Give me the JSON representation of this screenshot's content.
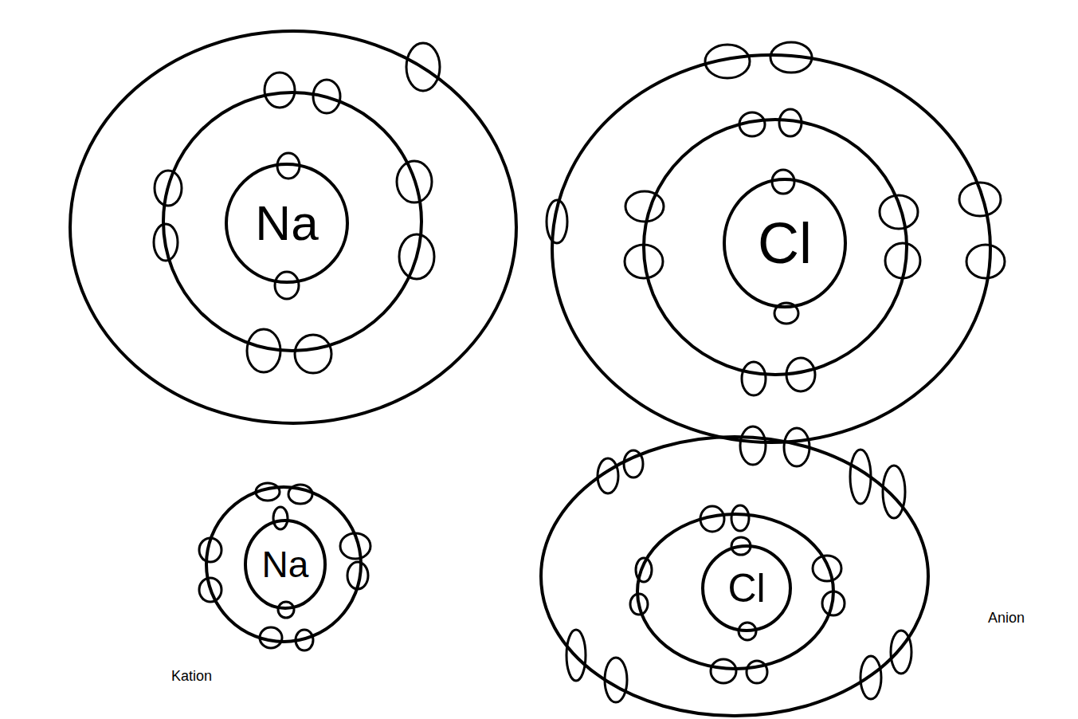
{
  "diagram": {
    "nodes": [
      {
        "text": [
          "Na"
        ]
      },
      {
        "text": [
          "Cl"
        ]
      },
      {
        "text": [
          "Na"
        ]
      },
      {
        "text": [
          "Cl"
        ]
      }
    ],
    "labels": [
      "Kation",
      "Anion"
    ]
  }
}
